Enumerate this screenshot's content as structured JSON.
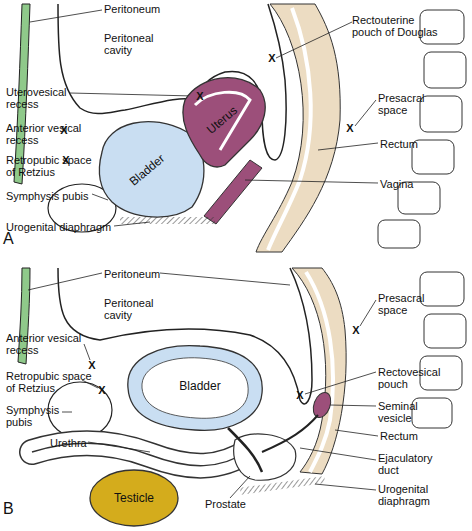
{
  "diagram": {
    "nodes": [
      {
        "text": [
          "Bladder"
        ]
      },
      {
        "text": [
          "Uterus"
        ]
      },
      {
        "text": [
          "Bladder"
        ]
      },
      {
        "text": [
          "Testicle"
        ]
      }
    ],
    "labels": [
      "Peritoneum",
      "Peritoneal cavity",
      "Uterovesical recess",
      "Anterior vesical recess",
      "Retropubic space of Retzius",
      "Symphysis pubis",
      "Urogenital diaphragm",
      "Rectouterine pouch of Douglas",
      "Presacral space",
      "Rectum",
      "Vagina",
      "A",
      "X",
      "X",
      "X",
      "X",
      "X",
      "Peritoneum",
      "Peritoneal cavity",
      "Presacral space",
      "Anterior vesical recess",
      "X",
      "Retropubic space of Retzius",
      "X",
      "Rectovesical pouch",
      "X",
      "X",
      "Symphysis pubis",
      "Seminal vesicle",
      "Urethra",
      "Rectum",
      "Ejaculatory duct",
      "Urogenital diaphragm",
      "Prostate",
      "B"
    ]
  }
}
